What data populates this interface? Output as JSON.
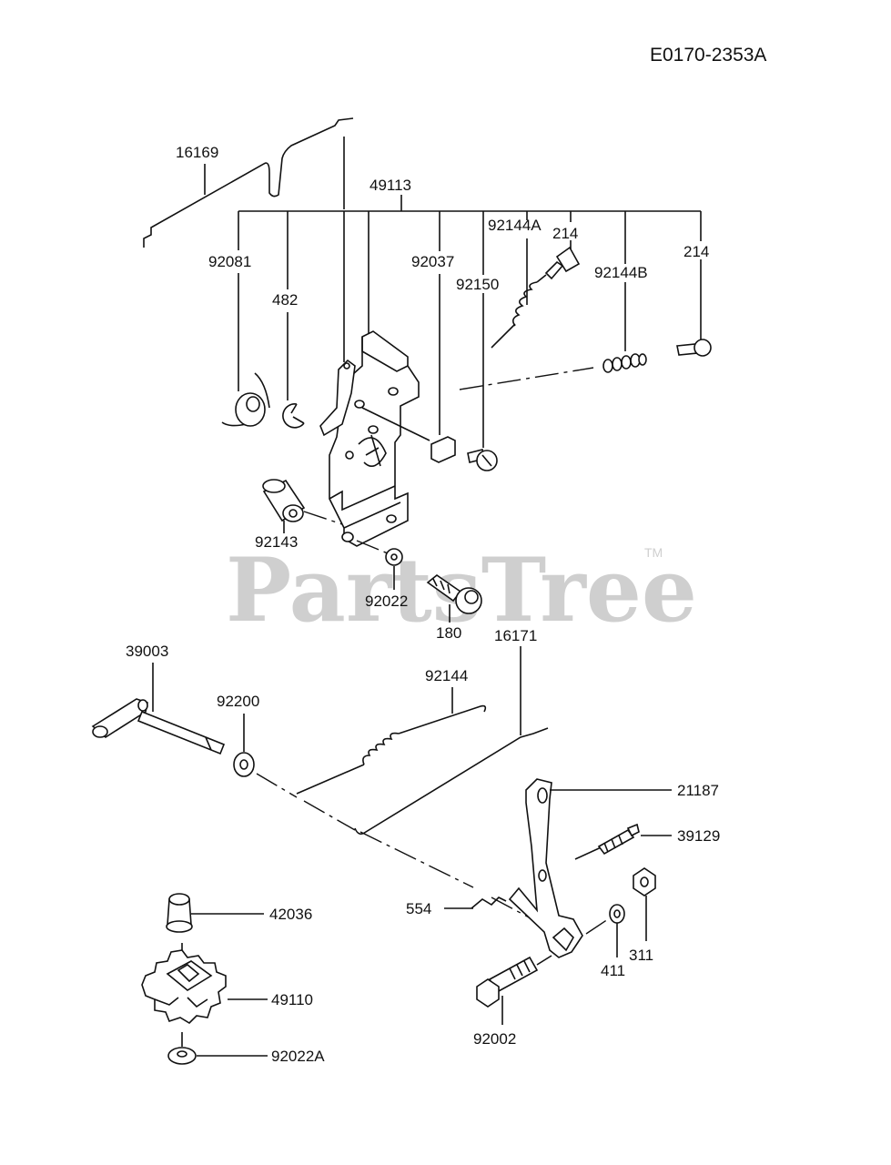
{
  "diagram_code": "E0170-2353A",
  "watermark": {
    "text": "PartsTree",
    "trademark": "TM"
  },
  "part_labels": {
    "p16169": "16169",
    "p49113": "49113",
    "p92081": "92081",
    "p482": "482",
    "p92037": "92037",
    "p92144A": "92144A",
    "p214a": "214",
    "p92150": "92150",
    "p92144B": "92144B",
    "p214b": "214",
    "p92143": "92143",
    "p92022": "92022",
    "p180": "180",
    "p16171": "16171",
    "p39003": "39003",
    "p92200": "92200",
    "p92144": "92144",
    "p21187": "21187",
    "p39129": "39129",
    "p42036": "42036",
    "p554": "554",
    "p49110": "49110",
    "p411": "411",
    "p311": "311",
    "p92002": "92002",
    "p92022A": "92022A"
  }
}
